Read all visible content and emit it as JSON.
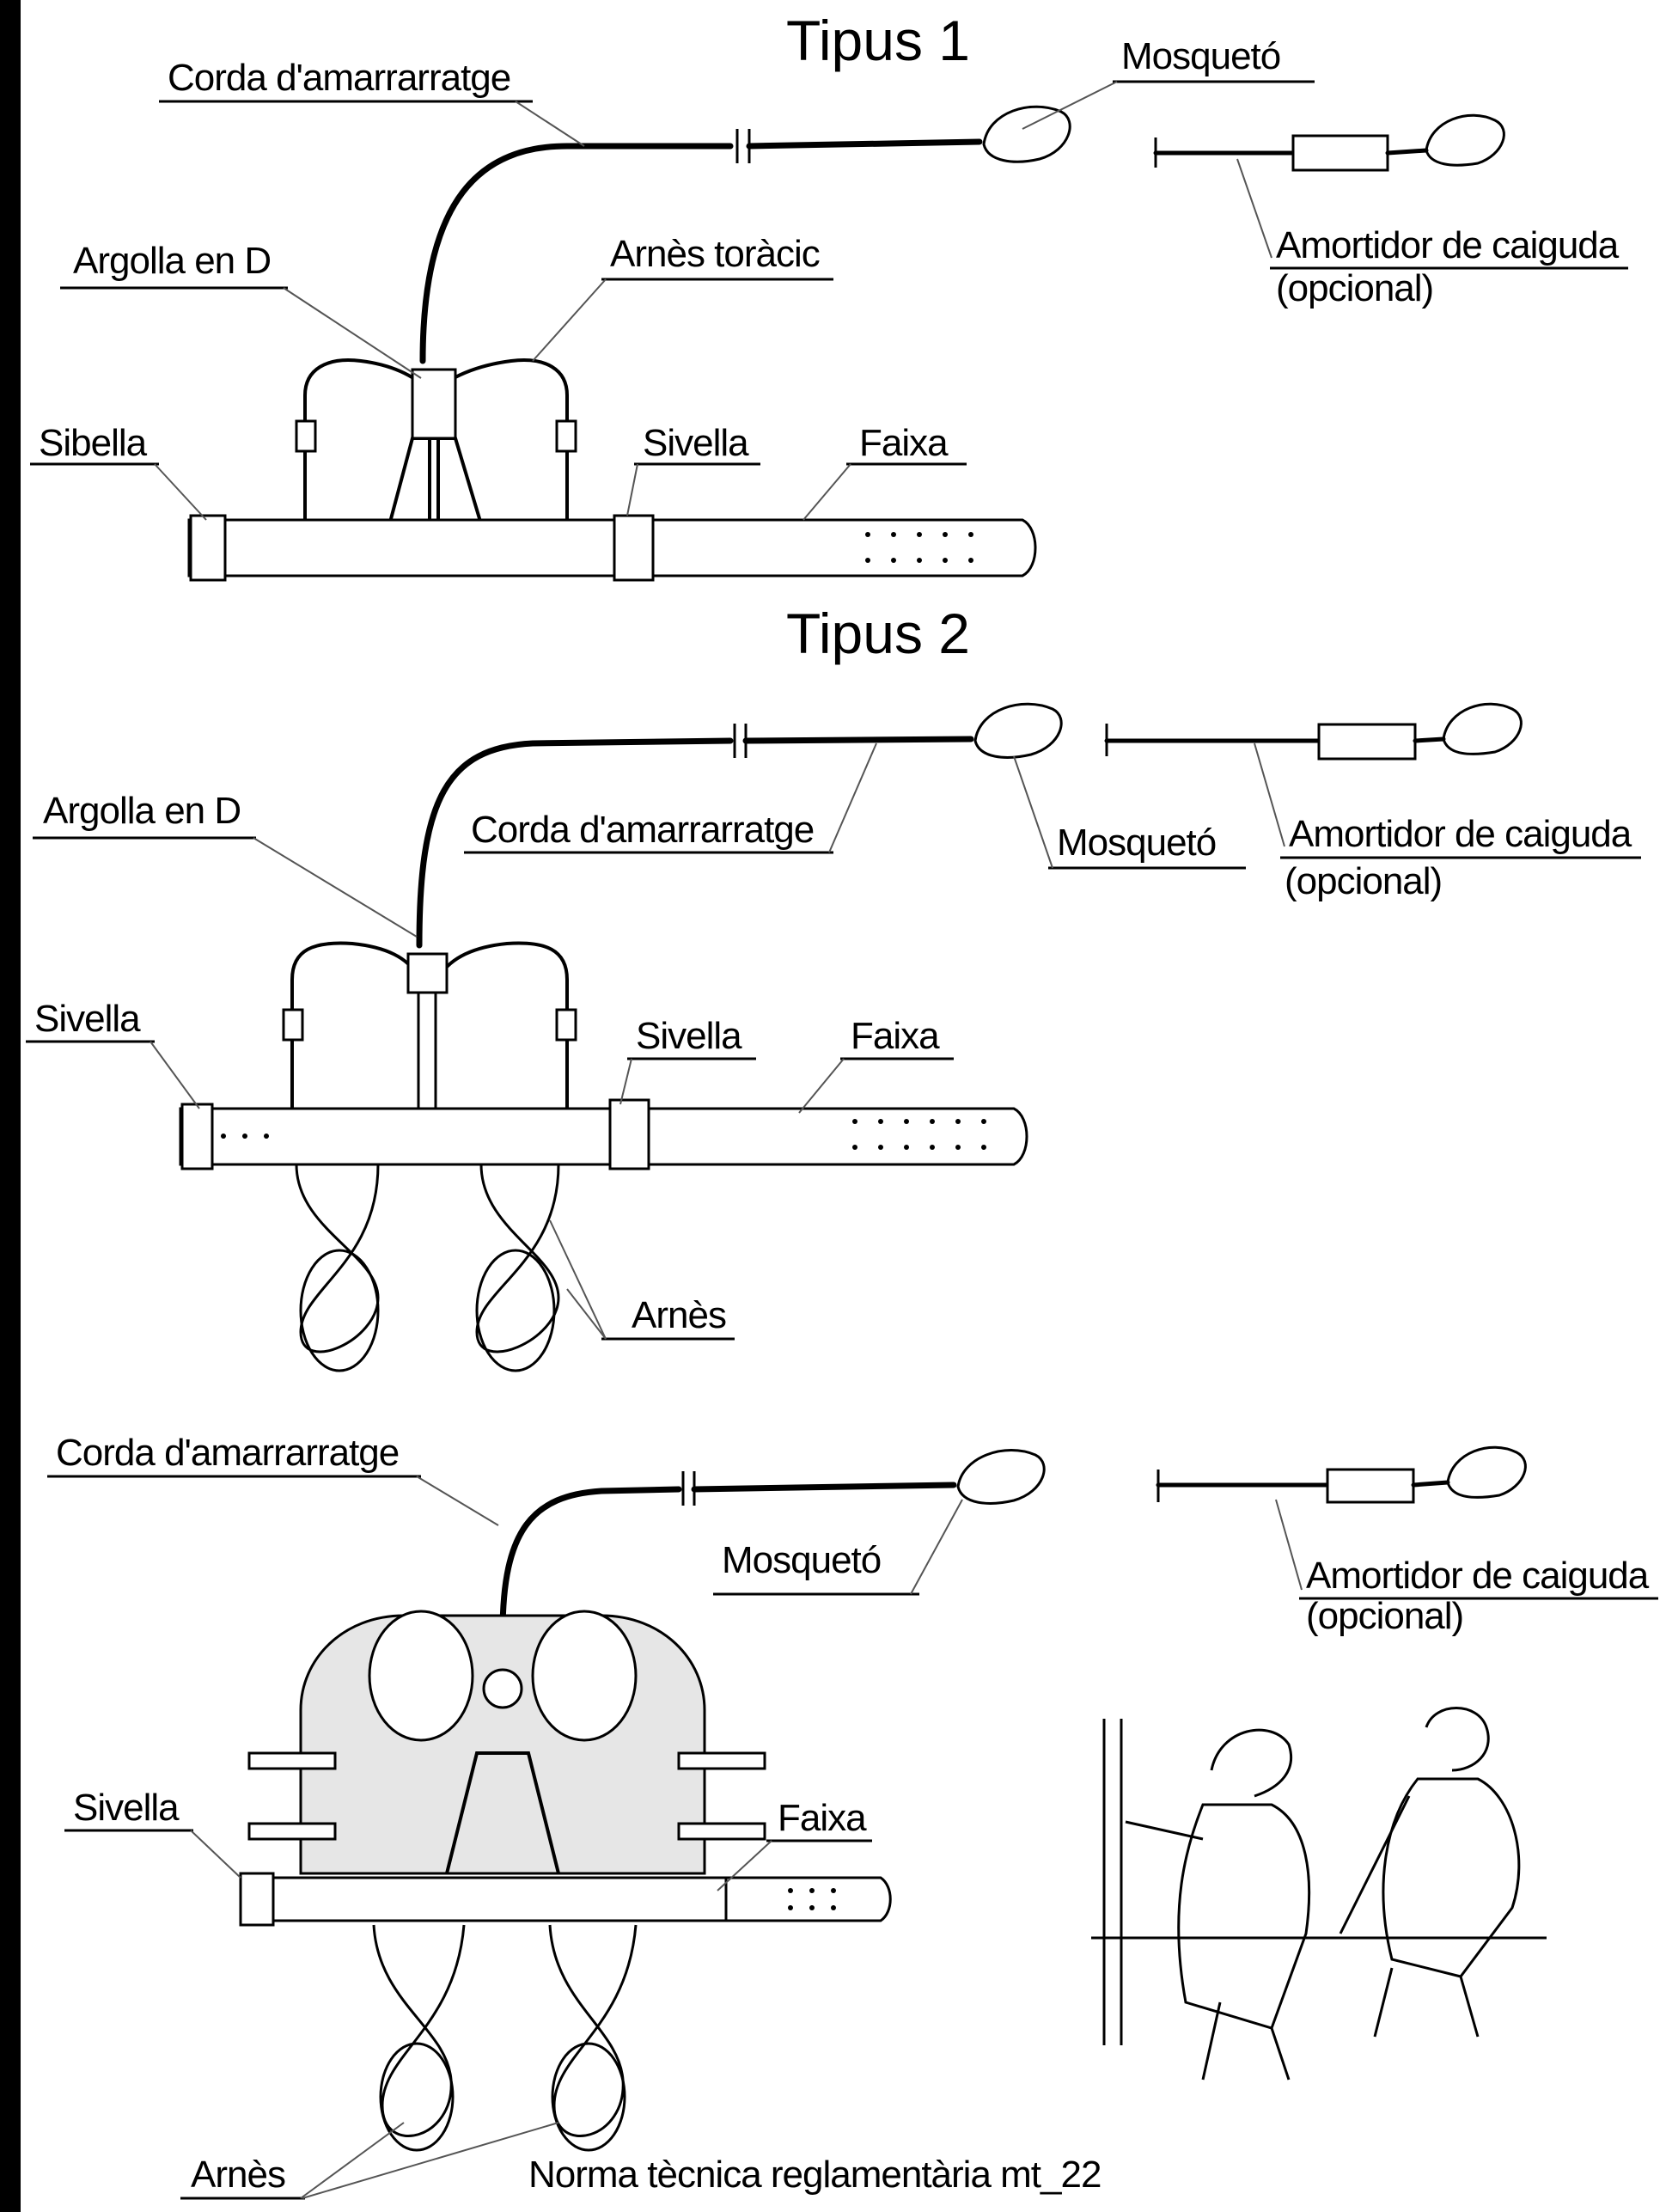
{
  "diagram": {
    "section1": {
      "title": "Tipus 1",
      "labels": {
        "corda": "Corda d'amarrarratge",
        "mosqueto": "Mosquetó",
        "argolla": "Argolla en D",
        "arnes": "Arnès toràcic",
        "amortidor": "Amortidor de caiguda",
        "amortidor_sub": "(opcional)",
        "sivella_left": "Sibella",
        "sivella_right": "Sivella",
        "faixa": "Faixa"
      }
    },
    "section2": {
      "title": "Tipus 2",
      "labels": {
        "argolla": "Argolla en D",
        "corda": "Corda d'amarrarratge",
        "mosqueto": "Mosquetó",
        "amortidor": "Amortidor de caiguda",
        "amortidor_sub": "(opcional)",
        "sivella_left": "Sivella",
        "sivella_right": "Sivella",
        "faixa": "Faixa",
        "arnes": "Arnès"
      }
    },
    "section3": {
      "labels": {
        "corda": "Corda d'amarrarratge",
        "mosqueto": "Mosquetó",
        "amortidor": "Amortidor de caiguda",
        "amortidor_sub": "(opcional)",
        "sivella": "Sivella",
        "faixa": "Faixa",
        "arnes": "Arnès"
      }
    },
    "footer": "Norma tècnica  reglamentària mt_22"
  }
}
